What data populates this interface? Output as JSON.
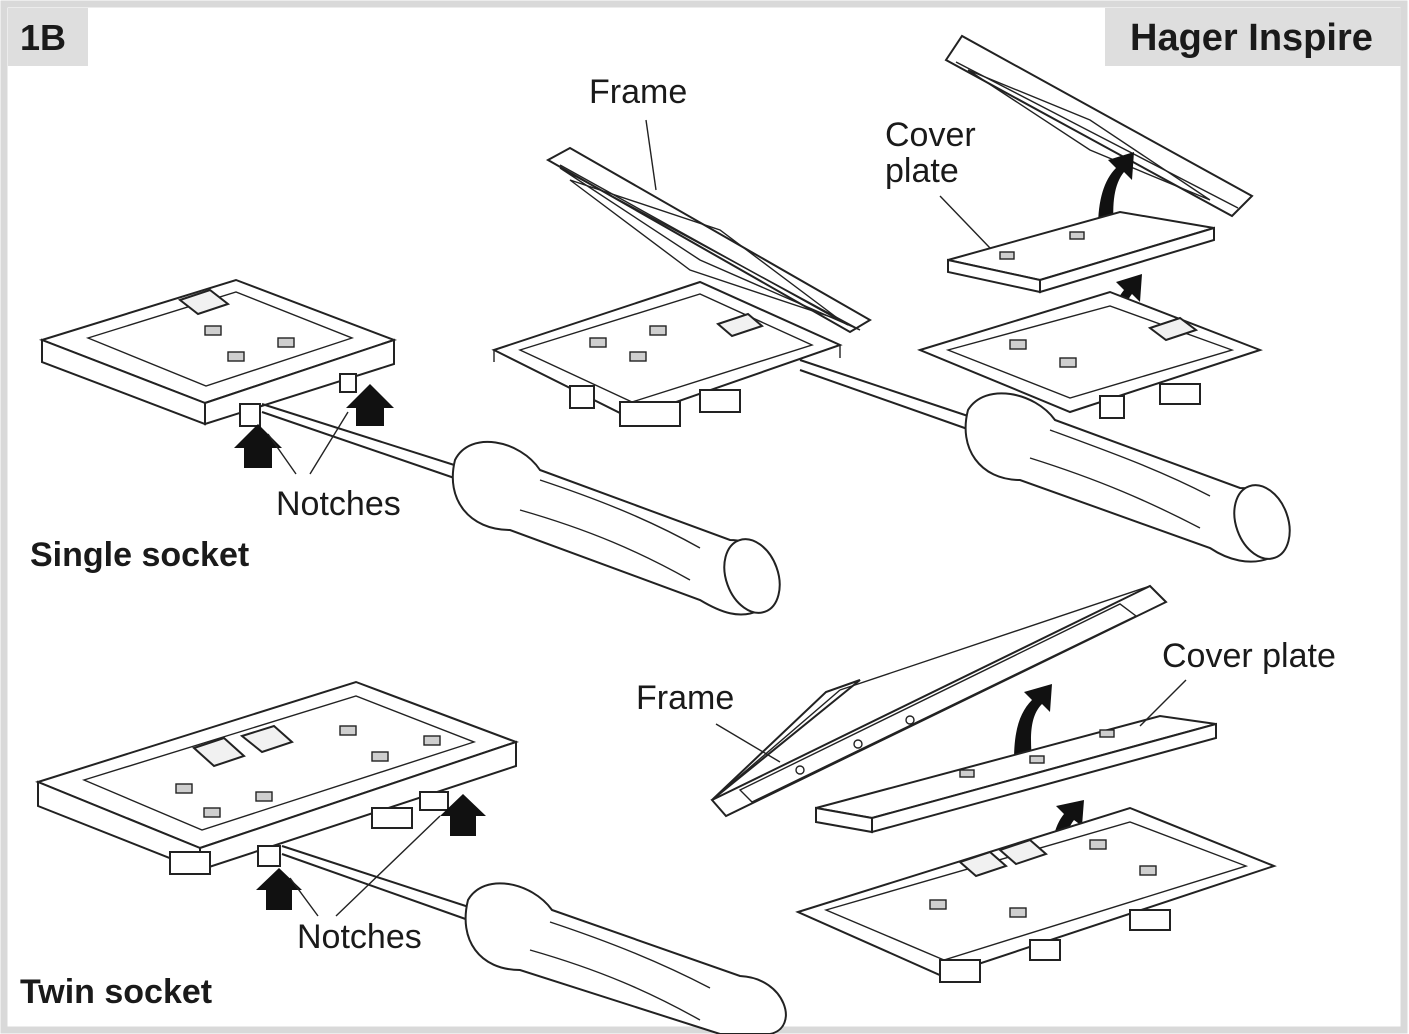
{
  "header": {
    "step_label": "1B",
    "brand_label": "Hager Inspire"
  },
  "single_socket": {
    "title": "Single socket",
    "notches_label": "Notches",
    "frame_label": "Frame",
    "cover_plate_label_line1": "Cover",
    "cover_plate_label_line2": "plate"
  },
  "twin_socket": {
    "title": "Twin socket",
    "notches_label": "Notches",
    "frame_label": "Frame",
    "cover_plate_label": "Cover plate"
  },
  "colors": {
    "border": "#d9d9d9",
    "tab_background": "#dedede",
    "line": "#222222",
    "arrow": "#111111"
  }
}
